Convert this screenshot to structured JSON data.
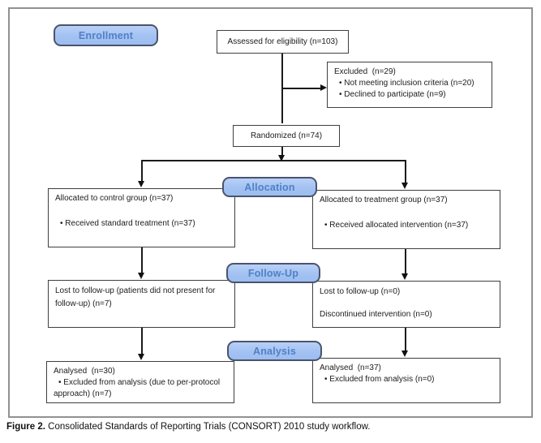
{
  "caption": {
    "label": "Figure 2.",
    "text": " Consolidated Standards of Reporting Trials (CONSORT) 2010 study workflow."
  },
  "stages": {
    "enrollment": "Enrollment",
    "allocation": "Allocation",
    "followup": "Follow-Up",
    "analysis": "Analysis"
  },
  "boxes": {
    "assessed": {
      "text": "Assessed for eligibility (n=103)"
    },
    "excluded": {
      "title": "Excluded  (n=29)",
      "bullets": [
        "Not meeting inclusion criteria (n=20)",
        "Declined to participate (n=9)"
      ]
    },
    "randomized": {
      "text": "Randomized (n=74)"
    },
    "allocated_control": {
      "title": "Allocated to control group (n=37)",
      "bullets": [
        "Received standard treatment (n=37)"
      ]
    },
    "allocated_treatment": {
      "title": "Allocated to treatment group (n=37)",
      "bullets": [
        "Received allocated intervention (n=37)"
      ]
    },
    "followup_control": {
      "lines": [
        "Lost to follow-up (patients did not present for follow-up) (n=7)"
      ]
    },
    "followup_treatment": {
      "lines": [
        "Lost to follow-up (n=0)",
        "Discontinued intervention (n=0)"
      ]
    },
    "analysed_control": {
      "title": "Analysed  (n=30)",
      "bullets": [
        "Excluded from analysis (due to per-protocol approach) (n=7)"
      ]
    },
    "analysed_treatment": {
      "title": "Analysed  (n=37)",
      "bullets": [
        "Excluded from analysis (n=0)"
      ]
    }
  },
  "colors": {
    "stage_fill": "#a8c6f3",
    "stage_border": "#4a546d",
    "stage_text": "#5080c6",
    "box_border": "#3f3f3f",
    "connector": "#1b1b1b",
    "frame_border": "#919191"
  }
}
